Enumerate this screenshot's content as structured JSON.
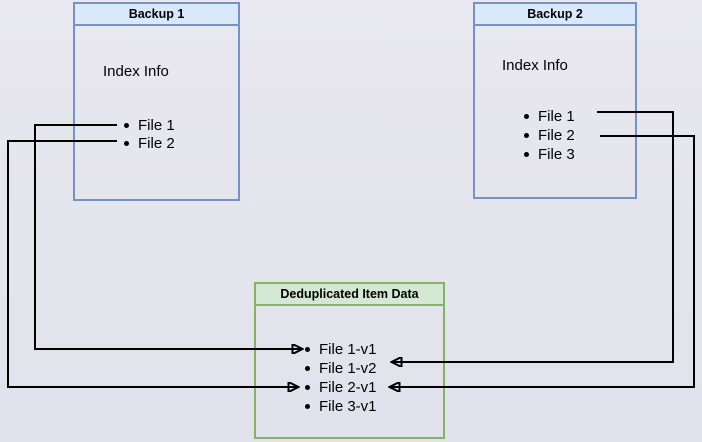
{
  "backup1": {
    "title": "Backup 1",
    "subtitle": "Index Info",
    "items": [
      "File 1",
      "File 2"
    ]
  },
  "backup2": {
    "title": "Backup 2",
    "subtitle": "Index Info",
    "items": [
      "File 1",
      "File 2",
      "File 3"
    ]
  },
  "dedup": {
    "title": "Deduplicated Item Data",
    "items": [
      "File 1-v1",
      "File 1-v2",
      "File 2-v1",
      "File 3-v1"
    ]
  },
  "connectors": [
    {
      "from": "Backup 1 / File 1",
      "to": "File 1-v1"
    },
    {
      "from": "Backup 1 / File 2",
      "to": "File 2-v1"
    },
    {
      "from": "Backup 2 / File 1",
      "to": "File 1-v2"
    },
    {
      "from": "Backup 2 / File 2",
      "to": "File 2-v1"
    }
  ],
  "colors": {
    "blue_header_fill": "#dae8fc",
    "blue_border": "#7592c5",
    "green_header_fill": "#d5e8d4",
    "green_border": "#82b366",
    "connector": "#000000",
    "background": "#e5e4ed"
  }
}
